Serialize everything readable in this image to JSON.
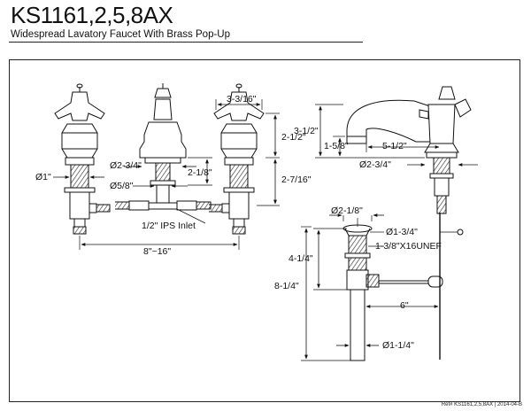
{
  "header": {
    "model": "KS1161,2,5,8AX",
    "description": "Widespread Lavatory Faucet With Brass Pop-Up"
  },
  "front_view": {
    "handle_diameter": "Ø1\"",
    "spout_base_diameter": "Ø2-3/4\"",
    "handle_width": "3-3/16\"",
    "handle_height": "2-1/2\"",
    "valve_depth": "2-1/8\"",
    "shank_length": "2-7/16\"",
    "connector_diameter": "Ø5/8\"",
    "inlet": "1/2\" IPS Inlet",
    "spread": "8\"~16\""
  },
  "side_view": {
    "spout_height": "3-1/2\"",
    "aerator_height": "1-5/8\"",
    "spout_reach": "5-1/2\"",
    "base_diameter": "Ø2-3/4\""
  },
  "popup": {
    "flange_diameter": "Ø2-1/8\"",
    "body_diameter": "Ø1-3/4\"",
    "thread": "1-3/8\"X16UNEF",
    "upper_length": "4-1/4\"",
    "total_length": "8-1/4\"",
    "rod_length": "6\"",
    "tailpiece_diameter": "Ø1-1/4\""
  },
  "footer": {
    "reference": "Ref# KS1161,2,5,8AX | 2014-04-B"
  }
}
